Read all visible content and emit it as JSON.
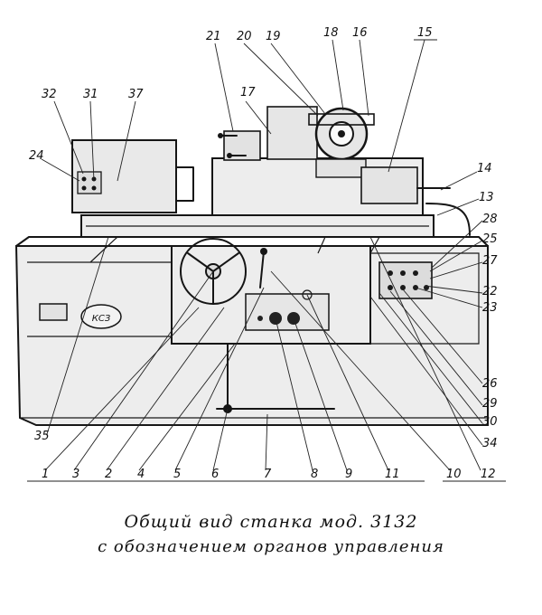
{
  "caption": {
    "line1": "Общий вид станка мод. 3132",
    "line2": "с обозначением органов управления"
  },
  "part_labels": [
    {
      "id": "21",
      "text": "21"
    },
    {
      "id": "20",
      "text": "20"
    },
    {
      "id": "19",
      "text": "19"
    },
    {
      "id": "18",
      "text": "18"
    },
    {
      "id": "16",
      "text": "16"
    },
    {
      "id": "15",
      "text": "15"
    },
    {
      "id": "32",
      "text": "32"
    },
    {
      "id": "31",
      "text": "31"
    },
    {
      "id": "37",
      "text": "37"
    },
    {
      "id": "17",
      "text": "17"
    },
    {
      "id": "24",
      "text": "24"
    },
    {
      "id": "14",
      "text": "14"
    },
    {
      "id": "13",
      "text": "13"
    },
    {
      "id": "28",
      "text": "28"
    },
    {
      "id": "25",
      "text": "25"
    },
    {
      "id": "27",
      "text": "27"
    },
    {
      "id": "22",
      "text": "22"
    },
    {
      "id": "23",
      "text": "23"
    },
    {
      "id": "26",
      "text": "26"
    },
    {
      "id": "29",
      "text": "29"
    },
    {
      "id": "30",
      "text": "30"
    },
    {
      "id": "34",
      "text": "34"
    },
    {
      "id": "35",
      "text": "35"
    },
    {
      "id": "1",
      "text": "1"
    },
    {
      "id": "3",
      "text": "3"
    },
    {
      "id": "2",
      "text": "2"
    },
    {
      "id": "4",
      "text": "4"
    },
    {
      "id": "5",
      "text": "5"
    },
    {
      "id": "6",
      "text": "6"
    },
    {
      "id": "7",
      "text": "7"
    },
    {
      "id": "8",
      "text": "8"
    },
    {
      "id": "9",
      "text": "9"
    },
    {
      "id": "11",
      "text": "11"
    },
    {
      "id": "10",
      "text": "10"
    },
    {
      "id": "12",
      "text": "12"
    }
  ],
  "emblem_text": "КСЗ"
}
